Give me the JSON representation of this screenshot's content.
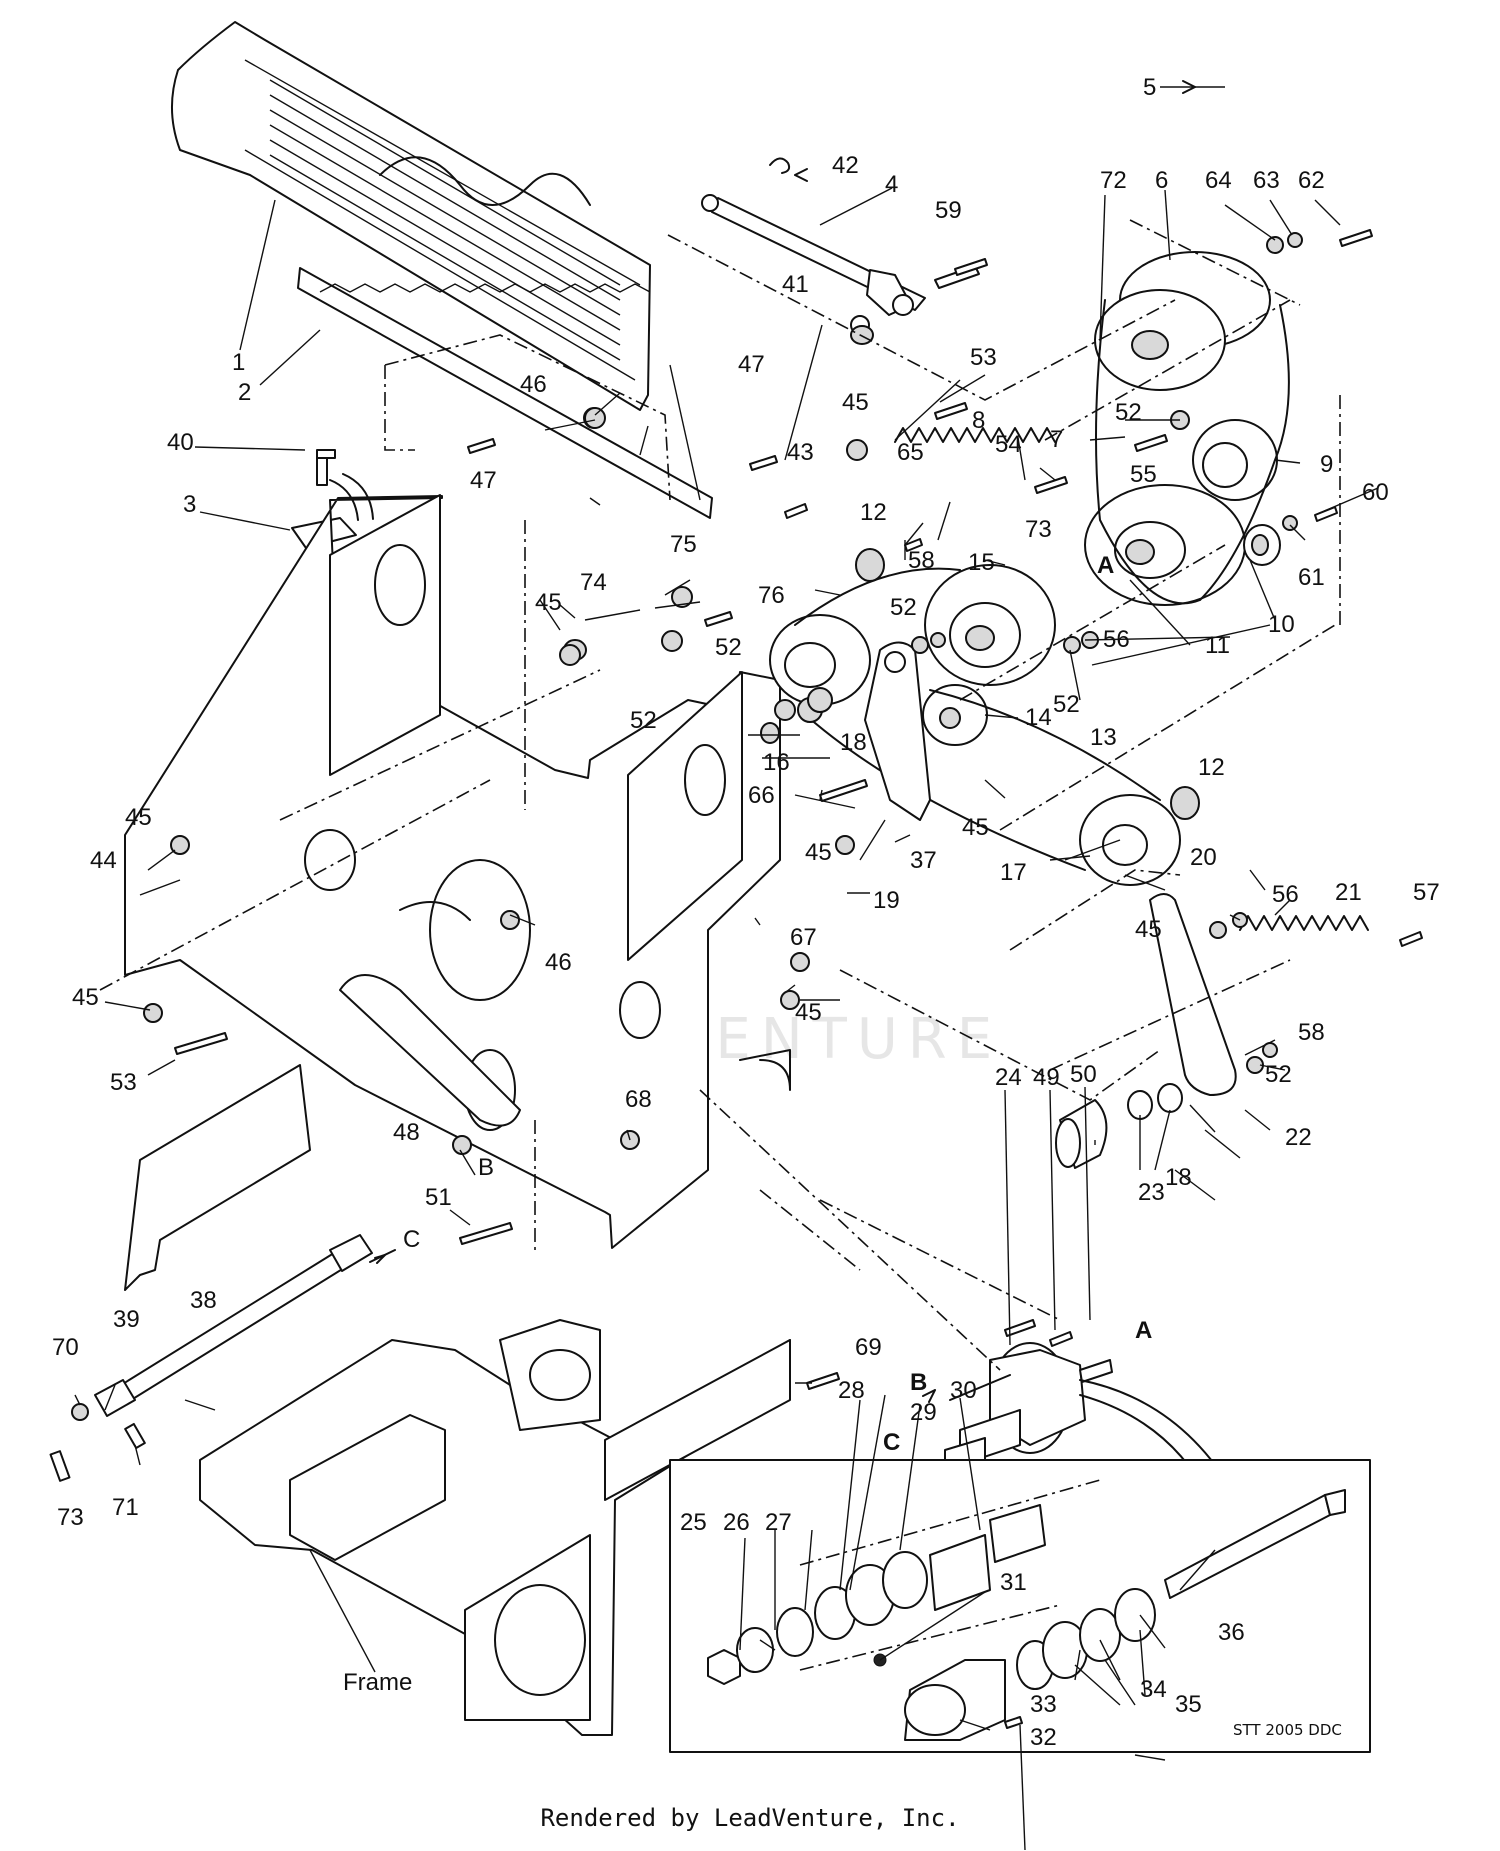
{
  "diagram": {
    "code": "STT 2005 DDC",
    "footer": "Rendered by LeadVenture, Inc.",
    "watermark": "LEADVENTURE",
    "frame_label": "Frame",
    "connectors": [
      "A",
      "B",
      "C"
    ],
    "labels": [
      {
        "id": "n1",
        "text": "1"
      },
      {
        "id": "n2",
        "text": "2"
      },
      {
        "id": "n3",
        "text": "3"
      },
      {
        "id": "n4",
        "text": "4"
      },
      {
        "id": "n5",
        "text": "5"
      },
      {
        "id": "n6",
        "text": "6"
      },
      {
        "id": "n7",
        "text": "7"
      },
      {
        "id": "n8",
        "text": "8"
      },
      {
        "id": "n9",
        "text": "9"
      },
      {
        "id": "n10",
        "text": "10"
      },
      {
        "id": "n11",
        "text": "11"
      },
      {
        "id": "n12a",
        "text": "12"
      },
      {
        "id": "n12b",
        "text": "12"
      },
      {
        "id": "n13",
        "text": "13"
      },
      {
        "id": "n14",
        "text": "14"
      },
      {
        "id": "n15",
        "text": "15"
      },
      {
        "id": "n16",
        "text": "16"
      },
      {
        "id": "n17",
        "text": "17"
      },
      {
        "id": "n18a",
        "text": "18"
      },
      {
        "id": "n18b",
        "text": "18"
      },
      {
        "id": "n19",
        "text": "19"
      },
      {
        "id": "n20",
        "text": "20"
      },
      {
        "id": "n21",
        "text": "21"
      },
      {
        "id": "n22",
        "text": "22"
      },
      {
        "id": "n23",
        "text": "23"
      },
      {
        "id": "n24",
        "text": "24"
      },
      {
        "id": "n25",
        "text": "25"
      },
      {
        "id": "n26",
        "text": "26"
      },
      {
        "id": "n27",
        "text": "27"
      },
      {
        "id": "n28",
        "text": "28"
      },
      {
        "id": "n29",
        "text": "29"
      },
      {
        "id": "n30",
        "text": "30"
      },
      {
        "id": "n31",
        "text": "31"
      },
      {
        "id": "n32",
        "text": "32"
      },
      {
        "id": "n33",
        "text": "33"
      },
      {
        "id": "n34",
        "text": "34"
      },
      {
        "id": "n35",
        "text": "35"
      },
      {
        "id": "n36",
        "text": "36"
      },
      {
        "id": "n37",
        "text": "37"
      },
      {
        "id": "n38",
        "text": "38"
      },
      {
        "id": "n39",
        "text": "39"
      },
      {
        "id": "n40",
        "text": "40"
      },
      {
        "id": "n41",
        "text": "41"
      },
      {
        "id": "n42",
        "text": "42"
      },
      {
        "id": "n43",
        "text": "43"
      },
      {
        "id": "n44",
        "text": "44"
      },
      {
        "id": "n45a",
        "text": "45"
      },
      {
        "id": "n45b",
        "text": "45"
      },
      {
        "id": "n45c",
        "text": "45"
      },
      {
        "id": "n45d",
        "text": "45"
      },
      {
        "id": "n45e",
        "text": "45"
      },
      {
        "id": "n45f",
        "text": "45"
      },
      {
        "id": "n45g",
        "text": "45"
      },
      {
        "id": "n45h",
        "text": "45"
      },
      {
        "id": "n46a",
        "text": "46"
      },
      {
        "id": "n46b",
        "text": "46"
      },
      {
        "id": "n47a",
        "text": "47"
      },
      {
        "id": "n47b",
        "text": "47"
      },
      {
        "id": "n48",
        "text": "48"
      },
      {
        "id": "n49",
        "text": "49"
      },
      {
        "id": "n50",
        "text": "50"
      },
      {
        "id": "n51",
        "text": "51"
      },
      {
        "id": "n52a",
        "text": "52"
      },
      {
        "id": "n52b",
        "text": "52"
      },
      {
        "id": "n52c",
        "text": "52"
      },
      {
        "id": "n52d",
        "text": "52"
      },
      {
        "id": "n52e",
        "text": "52"
      },
      {
        "id": "n52f",
        "text": "52"
      },
      {
        "id": "n53a",
        "text": "53"
      },
      {
        "id": "n53b",
        "text": "53"
      },
      {
        "id": "n54",
        "text": "54"
      },
      {
        "id": "n55",
        "text": "55"
      },
      {
        "id": "n56a",
        "text": "56"
      },
      {
        "id": "n56b",
        "text": "56"
      },
      {
        "id": "n57",
        "text": "57"
      },
      {
        "id": "n58a",
        "text": "58"
      },
      {
        "id": "n58b",
        "text": "58"
      },
      {
        "id": "n59",
        "text": "59"
      },
      {
        "id": "n60",
        "text": "60"
      },
      {
        "id": "n61",
        "text": "61"
      },
      {
        "id": "n62",
        "text": "62"
      },
      {
        "id": "n63",
        "text": "63"
      },
      {
        "id": "n64",
        "text": "64"
      },
      {
        "id": "n65",
        "text": "65"
      },
      {
        "id": "n66",
        "text": "66"
      },
      {
        "id": "n67",
        "text": "67"
      },
      {
        "id": "n68",
        "text": "68"
      },
      {
        "id": "n69",
        "text": "69"
      },
      {
        "id": "n70",
        "text": "70"
      },
      {
        "id": "n71",
        "text": "71"
      },
      {
        "id": "n72",
        "text": "72"
      },
      {
        "id": "n73a",
        "text": "73"
      },
      {
        "id": "n73b",
        "text": "73"
      },
      {
        "id": "n74",
        "text": "74"
      },
      {
        "id": "n75",
        "text": "75"
      },
      {
        "id": "n76",
        "text": "76"
      }
    ]
  }
}
